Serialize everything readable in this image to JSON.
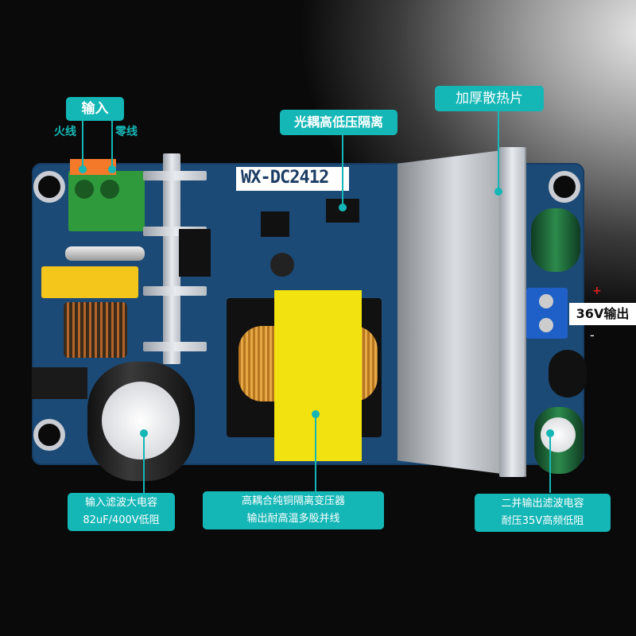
{
  "board_model": "WX-DC2412",
  "labels": {
    "input": "输入",
    "live": "火线",
    "neutral": "零线",
    "optocoupler": "光耦高低压隔离",
    "heatsink": "加厚散热片",
    "output": "36V输出",
    "plus": "+",
    "minus": "-",
    "input_cap": [
      "输入滤波大电容",
      "82uF/400V低阻"
    ],
    "transformer": [
      "高耦合纯铜隔离变压器",
      "输出耐高温多股并线"
    ],
    "output_cap": [
      "二并输出滤波电容",
      "耐压35V高频低阻"
    ]
  },
  "colors": {
    "accent": "#14b6b6",
    "pcb": "#1c4a76",
    "transformer": "#f2e20f"
  }
}
